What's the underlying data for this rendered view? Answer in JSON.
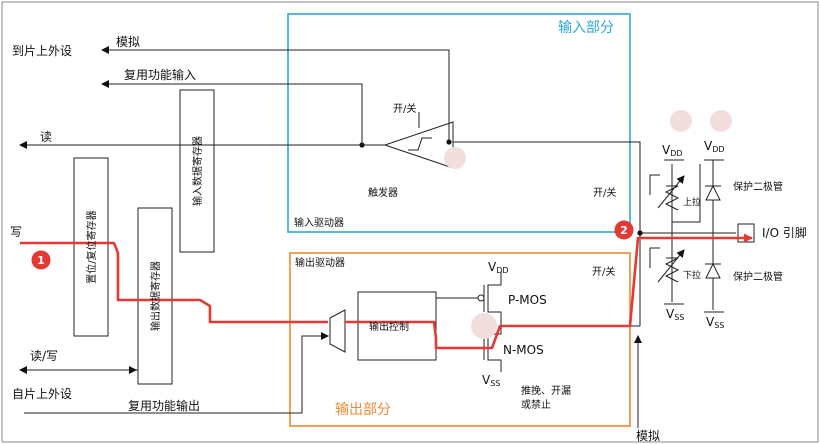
{
  "sections": {
    "input_title": "输入部分",
    "output_title": "输出部分",
    "input_driver": "输入驱动器",
    "output_driver": "输出驱动器"
  },
  "labels": {
    "to_peripheral": "到片上外设",
    "analog": "模拟",
    "alt_func_input": "复用功能输入",
    "read": "读",
    "write": "写",
    "read_write": "读/写",
    "from_peripheral": "自片上外设",
    "alt_func_output": "复用功能输出",
    "switch": "开/关",
    "trigger": "触发器",
    "output_control": "输出控制",
    "p_mos": "P-MOS",
    "n_mos": "N-MOS",
    "output_mode_1": "推挽、开漏",
    "output_mode_2": "或禁止",
    "pull_up": "上拉",
    "pull_down": "下拉",
    "protection_diode": "保护二极管",
    "io_pin": "I/O 引脚"
  },
  "registers": {
    "bit_set_reset": "置位/复位寄存器",
    "output_data": "输出数据寄存器",
    "input_data": "输入数据寄存器"
  },
  "supply": {
    "dd": "DD",
    "ss": "SS"
  },
  "badges": [
    "1",
    "2"
  ],
  "colors": {
    "input_section": "#2ea7e0",
    "output_section": "#f08a33",
    "highlight_path": "#e53935"
  }
}
